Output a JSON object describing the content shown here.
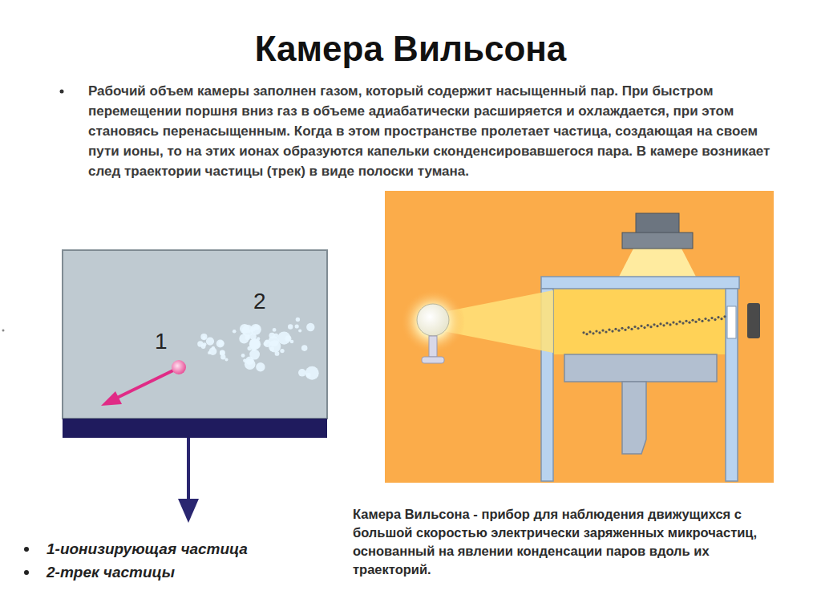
{
  "diagram": {
    "title": "Камера Вильсона",
    "caption": "Камера Вильсона - прибор для наблюдения движущихся с большой скоростью электрически заряженных микрочастиц, основанный на явлении конденсации паров вдоль их траекторий.",
    "labels": [
      "Рабочий объем камеры заполнен газом, который содержит насыщенный пар. При быстром перемещении поршня вниз газ в объеме адиабатически расширяется и охлаждается, при этом становясь перенасыщенным. Когда в этом пространстве пролетает частица, создающая на своем пути ионы, то на этих ионах образуются капельки сконденсировавшегося пара. В камере возникает след траектории частицы (трек) в виде полоски тумана.",
      "1",
      "2",
      "1-ионизирующая частица",
      "2-трек частицы"
    ]
  }
}
